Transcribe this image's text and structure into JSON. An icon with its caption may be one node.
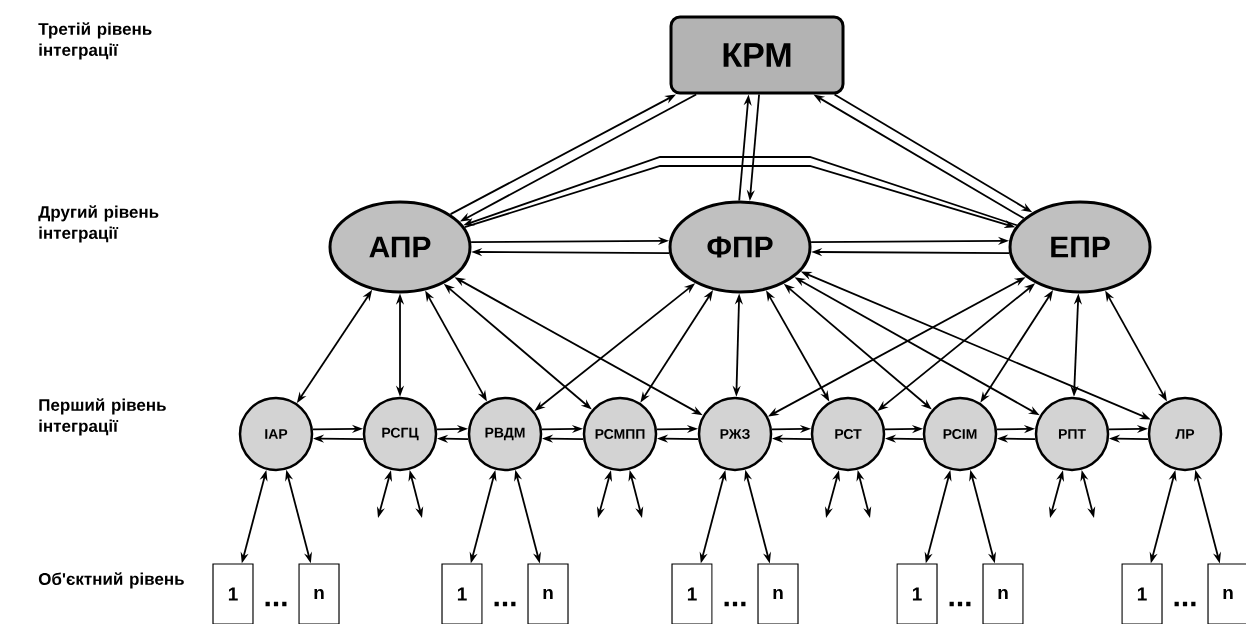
{
  "diagram": {
    "nodes": [
      {
        "text": [
          "КРМ"
        ]
      },
      {
        "text": [
          "АПР"
        ]
      },
      {
        "text": [
          "ФПР"
        ]
      },
      {
        "text": [
          "ЕПР"
        ]
      },
      {
        "text": [
          "ІАР"
        ]
      },
      {
        "text": [
          "РСГЦ"
        ]
      },
      {
        "text": [
          "РВДМ"
        ]
      },
      {
        "text": [
          "РСМПП"
        ]
      },
      {
        "text": [
          "РЖЗ"
        ]
      },
      {
        "text": [
          "РСТ"
        ]
      },
      {
        "text": [
          "РСІМ"
        ]
      },
      {
        "text": [
          "РПТ"
        ]
      },
      {
        "text": [
          "ЛР"
        ]
      },
      {
        "text": [
          "1"
        ]
      },
      {
        "text": [
          "n"
        ]
      },
      {
        "text": [
          "1"
        ]
      },
      {
        "text": [
          "n"
        ]
      },
      {
        "text": [
          "1"
        ]
      },
      {
        "text": [
          "n"
        ]
      },
      {
        "text": [
          "1"
        ]
      },
      {
        "text": [
          "n"
        ]
      },
      {
        "text": [
          "1"
        ]
      },
      {
        "text": [
          "n"
        ]
      }
    ],
    "edges": [
      {
        "from": 1,
        "to": 0,
        "arrow": "to"
      },
      {
        "from": 0,
        "to": 1,
        "arrow": "to"
      },
      {
        "from": 2,
        "to": 0,
        "arrow": "to"
      },
      {
        "from": 0,
        "to": 2,
        "arrow": "to"
      },
      {
        "from": 3,
        "to": 0,
        "arrow": "to"
      },
      {
        "from": 0,
        "to": 3,
        "arrow": "to"
      },
      {
        "from": 3,
        "to": 1,
        "arrow": "to"
      },
      {
        "from": 1,
        "to": 3,
        "arrow": "to"
      },
      {
        "from": 1,
        "to": 2,
        "arrow": "to"
      },
      {
        "from": 2,
        "to": 1,
        "arrow": "to"
      },
      {
        "from": 2,
        "to": 3,
        "arrow": "to"
      },
      {
        "from": 3,
        "to": 2,
        "arrow": "to"
      },
      {
        "from": 1,
        "to": 4,
        "arrow": "both"
      },
      {
        "from": 1,
        "to": 5,
        "arrow": "both"
      },
      {
        "from": 1,
        "to": 6,
        "arrow": "both"
      },
      {
        "from": 1,
        "to": 7,
        "arrow": "both"
      },
      {
        "from": 1,
        "to": 8,
        "arrow": "both"
      },
      {
        "from": 2,
        "to": 6,
        "arrow": "both"
      },
      {
        "from": 2,
        "to": 7,
        "arrow": "both"
      },
      {
        "from": 2,
        "to": 8,
        "arrow": "both"
      },
      {
        "from": 2,
        "to": 9,
        "arrow": "both"
      },
      {
        "from": 2,
        "to": 10,
        "arrow": "both"
      },
      {
        "from": 2,
        "to": 11,
        "arrow": "both"
      },
      {
        "from": 2,
        "to": 12,
        "arrow": "both"
      },
      {
        "from": 3,
        "to": 8,
        "arrow": "both"
      },
      {
        "from": 3,
        "to": 9,
        "arrow": "both"
      },
      {
        "from": 3,
        "to": 10,
        "arrow": "both"
      },
      {
        "from": 3,
        "to": 11,
        "arrow": "both"
      },
      {
        "from": 3,
        "to": 12,
        "arrow": "both"
      },
      {
        "from": 4,
        "to": 5,
        "arrow": "to"
      },
      {
        "from": 5,
        "to": 4,
        "arrow": "to"
      },
      {
        "from": 5,
        "to": 6,
        "arrow": "to"
      },
      {
        "from": 6,
        "to": 5,
        "arrow": "to"
      },
      {
        "from": 6,
        "to": 7,
        "arrow": "to"
      },
      {
        "from": 7,
        "to": 6,
        "arrow": "to"
      },
      {
        "from": 7,
        "to": 8,
        "arrow": "to"
      },
      {
        "from": 8,
        "to": 7,
        "arrow": "to"
      },
      {
        "from": 8,
        "to": 9,
        "arrow": "to"
      },
      {
        "from": 9,
        "to": 8,
        "arrow": "to"
      },
      {
        "from": 9,
        "to": 10,
        "arrow": "to"
      },
      {
        "from": 10,
        "to": 9,
        "arrow": "to"
      },
      {
        "from": 10,
        "to": 11,
        "arrow": "to"
      },
      {
        "from": 11,
        "to": 10,
        "arrow": "to"
      },
      {
        "from": 11,
        "to": 12,
        "arrow": "to"
      },
      {
        "from": 12,
        "to": 11,
        "arrow": "to"
      },
      {
        "from": 4,
        "to": 13,
        "arrow": "both"
      },
      {
        "from": 4,
        "to": 14,
        "arrow": "both"
      },
      {
        "from": null,
        "to": 5,
        "arrow": "both"
      },
      {
        "from": null,
        "to": 5,
        "arrow": "both"
      },
      {
        "from": 6,
        "to": 15,
        "arrow": "both"
      },
      {
        "from": 6,
        "to": 16,
        "arrow": "both"
      },
      {
        "from": null,
        "to": 7,
        "arrow": "both"
      },
      {
        "from": null,
        "to": 7,
        "arrow": "both"
      },
      {
        "from": 8,
        "to": 17,
        "arrow": "both"
      },
      {
        "from": 8,
        "to": 18,
        "arrow": "both"
      },
      {
        "from": null,
        "to": 9,
        "arrow": "both"
      },
      {
        "from": null,
        "to": 9,
        "arrow": "both"
      },
      {
        "from": 10,
        "to": 19,
        "arrow": "both"
      },
      {
        "from": 10,
        "to": 20,
        "arrow": "both"
      },
      {
        "from": null,
        "to": 11,
        "arrow": "both"
      },
      {
        "from": null,
        "to": 11,
        "arrow": "both"
      },
      {
        "from": 12,
        "to": 21,
        "arrow": "both"
      },
      {
        "from": 12,
        "to": 22,
        "arrow": "both"
      }
    ],
    "labels": [
      "Третій рівень інтеграції",
      "Другий рівень інтеграції",
      "Перший рівень інтеграції",
      "Об'єктний рівень",
      "...",
      "...",
      "...",
      "...",
      "..."
    ]
  }
}
